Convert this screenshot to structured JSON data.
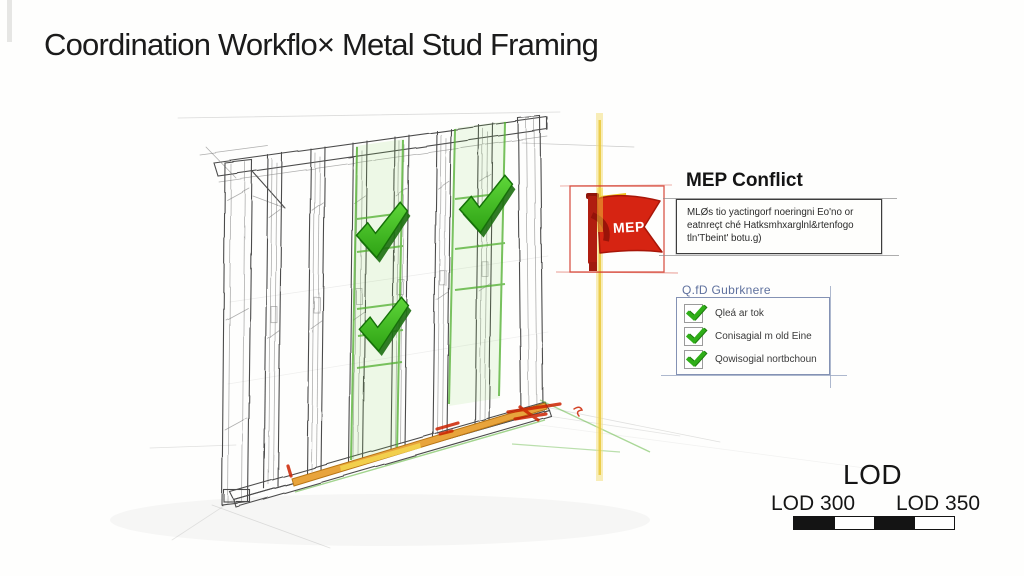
{
  "title": "Coordination Workflo× Metal Stud Framing",
  "mep_conflict": {
    "heading": "MEP Conflict",
    "flag_label": "MEP",
    "note_lines": [
      "MLØs tio yactingorf noeringni Eo'no or",
      "eatnreçt ché Hatksmhxarglnl&rtenfogo",
      "tln'Tbeint' botu.g)"
    ]
  },
  "checklist": {
    "header": "Q.fD Gubrknere",
    "items": [
      {
        "label": "Qleá ar tok",
        "checked": true
      },
      {
        "label": "Conisagial m old Eine",
        "checked": true
      },
      {
        "label": "Qowisogial nortbchoun",
        "checked": true
      }
    ]
  },
  "lod_legend": {
    "title": "LOD",
    "left_label": "LOD 300",
    "right_label": "LOD 350",
    "bar_segments": [
      "black",
      "white",
      "black",
      "white"
    ]
  },
  "icons": [
    "green-checkmark-icon",
    "red-flag-icon",
    "checkbox-checked-icon"
  ],
  "colors": {
    "check_green": "#3fbe23",
    "check_green_dark": "#1c7a0c",
    "flag_red": "#d62412",
    "clash_red": "#cc2301",
    "highlight_yellow": "#f2d24b",
    "track_orange": "#e8a43c",
    "checklist_border_blue": "#8492b4",
    "note_border_gray": "#3d3d3d",
    "ink": "#1b1b1b"
  }
}
